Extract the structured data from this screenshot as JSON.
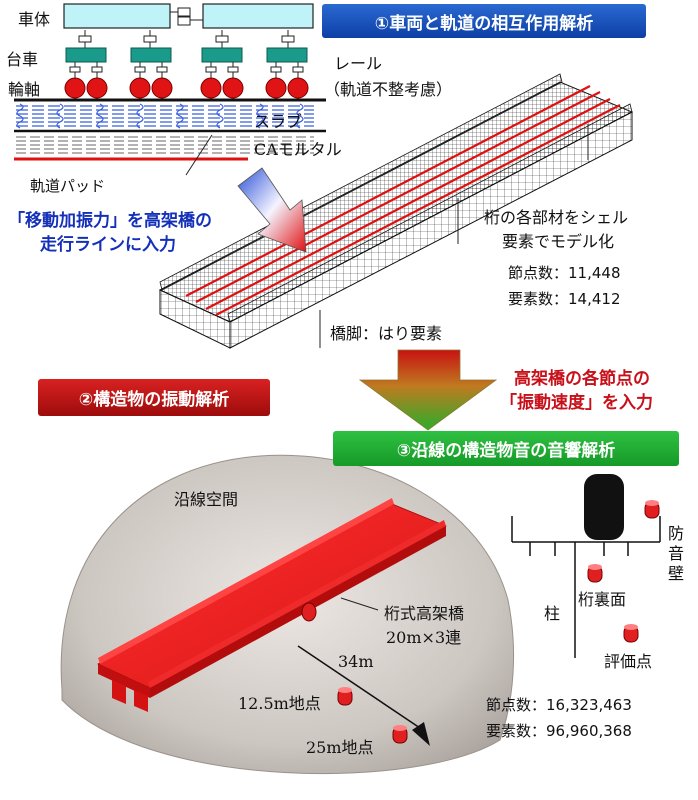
{
  "stages": {
    "s1": "①車両と軌道の相互作用解析",
    "s2": "②構造物の振動解析",
    "s3": "③沿線の構造物音の音響解析"
  },
  "vehicle_model": {
    "car_body": "車体",
    "bogie": "台車",
    "wheelset": "輪軸",
    "rail": "レール",
    "rail_note": "（軌道不整考慮）",
    "slab": "スラブ",
    "ca_mortar": "CAモルタル",
    "track_pad": "軌道パッド"
  },
  "bridge_model": {
    "moving_force_line1": "「移動加振力」を高架橋の",
    "moving_force_line2": "走行ラインに入力",
    "shell_line1": "桁の各部材をシェル",
    "shell_line2": "要素でモデル化",
    "nodes": "節点数：11,448",
    "elements": "要素数：14,412",
    "pier": "橋脚：はり要素"
  },
  "transfer": {
    "line1": "高架橋の各節点の",
    "line2": "「振動速度」を入力"
  },
  "acoustic_model": {
    "space": "沿線空間",
    "viaduct_line1": "桁式高架橋",
    "viaduct_line2": "20m×3連",
    "distance": "34m",
    "point_12": "12.5m地点",
    "point_25": "25m地点",
    "nodes": "節点数：16,323,463",
    "elements": "要素数：96,960,368"
  },
  "section": {
    "barrier": "防音壁",
    "girder_underside": "桁裏面",
    "column": "柱",
    "evaluation_point": "評価点"
  },
  "colors": {
    "stage1": "#1a55c4",
    "stage2": "#c41414",
    "stage3": "#22ac35",
    "box_cyan": "#bff3f8",
    "bogie_teal": "#1a9a8a",
    "wheel_red": "#e01414",
    "spring_blue": "#3a5fe0",
    "mic_red": "#e02020",
    "blue_text": "#1530b8",
    "red_text": "#c8101a"
  }
}
